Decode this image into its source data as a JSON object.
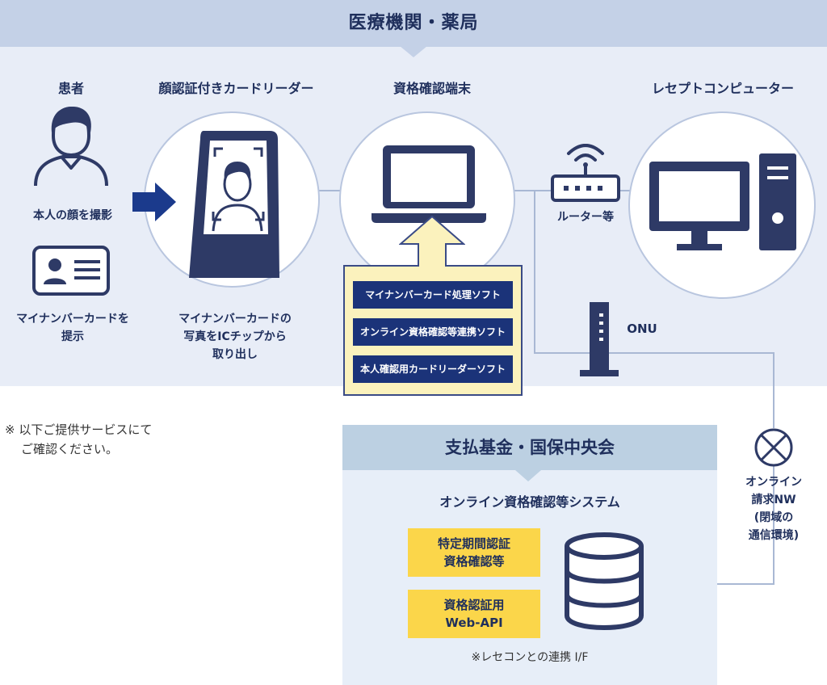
{
  "header": {
    "title": "医療機関・薬局"
  },
  "columns": {
    "patient": "患者",
    "card_reader": "顔認証付きカードリーダー",
    "terminal": "資格確認端末",
    "receipt_pc": "レセプトコンピューター"
  },
  "patient_steps": {
    "photo": "本人の顔を撮影",
    "present_line1": "マイナンバーカードを",
    "present_line2": "提示"
  },
  "reader_desc": {
    "line1": "マイナンバーカードの",
    "line2": "写真をICチップから",
    "line3": "取り出し"
  },
  "software": [
    "マイナンバーカード処理ソフト",
    "オンライン資格確認等連携ソフト",
    "本人確認用カードリーダーソフト"
  ],
  "router_label": "ルーター等",
  "onu_label": "ONU",
  "note": {
    "line1": "※ 以下ご提供サービスにて",
    "line2": "ご確認ください。"
  },
  "fund": {
    "title": "支払基金・国保中央会",
    "system_title": "オンライン資格確認等システム",
    "box1_line1": "特定期間認証",
    "box1_line2": "資格確認等",
    "box2_line1": "資格認証用",
    "box2_line2": "Web-API",
    "interface_note": "※レセコンとの連携 I/F"
  },
  "network": {
    "line1": "オンライン",
    "line2": "請求NW",
    "line3": "(閉域の",
    "line4": "通信環境)"
  },
  "colors": {
    "navy": "#1f2f5c",
    "icon_navy": "#2e3a66",
    "panel_bg": "#e8edf7",
    "banner_bg": "#c4d1e7",
    "software_bg": "#1b3379",
    "software_panel": "#fbf2bd",
    "yellow_box": "#fbd64a",
    "arrow_blue": "#1b3a8c"
  },
  "icons": [
    "person-icon",
    "id-card-icon",
    "arrow-right-icon",
    "face-reader-icon",
    "laptop-icon",
    "up-arrow-icon",
    "router-icon",
    "wifi-icon",
    "desktop-computer-icon",
    "onu-icon",
    "cross-circle-icon",
    "database-icon"
  ]
}
